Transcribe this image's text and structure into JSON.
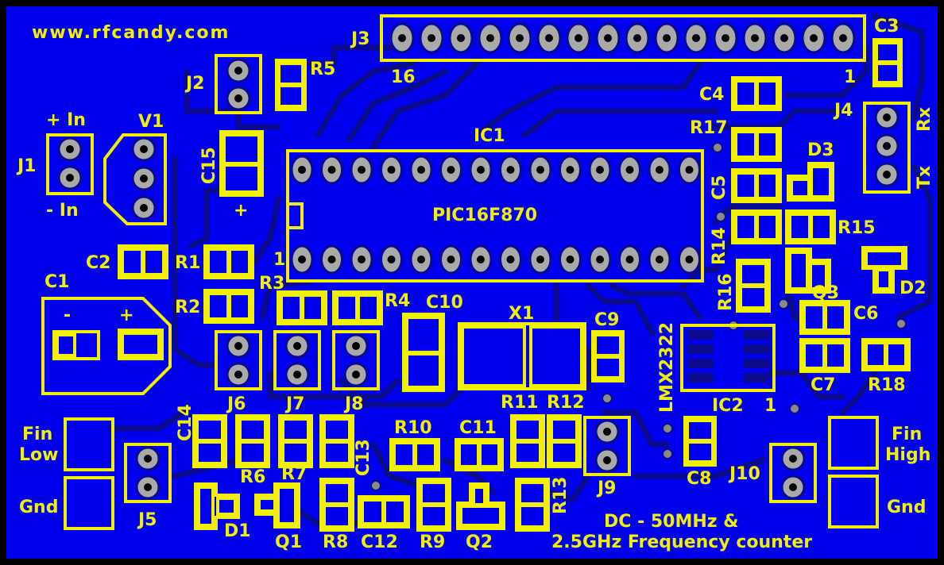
{
  "board": {
    "url": "www.rfcandy.com",
    "title_line1": "DC - 50MHz &",
    "title_line2": "2.5GHz Frequency counter",
    "colors": {
      "board": "#0000f0",
      "silk": "#f0f000",
      "trace": "#0a0a8a",
      "pad": "#a9a9a9"
    }
  },
  "labels": {
    "J1": "J1",
    "plus_in": "+ In",
    "minus_in": "- In",
    "V1": "V1",
    "J2": "J2",
    "R5": "R5",
    "J3": "J3",
    "j3_pin16": "16",
    "j3_pin1": "1",
    "C3": "C3",
    "C4": "C4",
    "R17": "R17",
    "J4": "J4",
    "Rx": "Rx",
    "Tx": "Tx",
    "D3": "D3",
    "C5": "C5",
    "R15": "R15",
    "R14": "R14",
    "C15": "C15",
    "C15_plus": "+",
    "IC1": "IC1",
    "IC1_part": "PIC16F870",
    "ic1_pin1": "1",
    "C2": "C2",
    "R1": "R1",
    "C1": "C1",
    "C1_minus": "-",
    "C1_plus": "+",
    "R2": "R2",
    "R3": "R3",
    "R4": "R4",
    "C10": "C10",
    "X1": "X1",
    "C9": "C9",
    "R16": "R16",
    "Q3": "Q3",
    "D2": "D2",
    "C6": "C6",
    "C7": "C7",
    "R18": "R18",
    "LMX2322": "LMX2322",
    "IC2": "IC2",
    "ic2_pin1": "1",
    "J6": "J6",
    "J7": "J7",
    "J8": "J8",
    "R11": "R11",
    "R12": "R12",
    "Fin_Low_1": "Fin",
    "Fin_Low_2": "Low",
    "Gnd_left": "Gnd",
    "C14": "C14",
    "J5": "J5",
    "R6": "R6",
    "R7": "R7",
    "C13": "C13",
    "R10": "R10",
    "C11": "C11",
    "D1": "D1",
    "Q1": "Q1",
    "R8": "R8",
    "C12": "C12",
    "R9": "R9",
    "Q2": "Q2",
    "R13": "R13",
    "J9": "J9",
    "C8": "C8",
    "J10": "J10",
    "Fin_High_1": "Fin",
    "Fin_High_2": "High",
    "Gnd_right": "Gnd"
  }
}
